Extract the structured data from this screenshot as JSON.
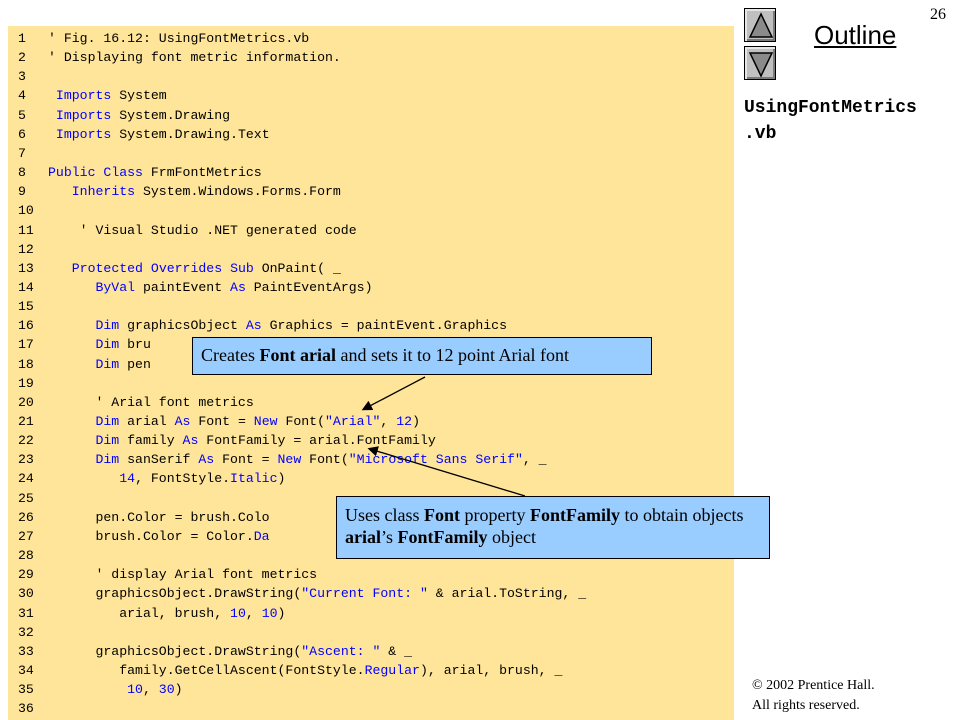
{
  "page_number": "26",
  "sidebar": {
    "outline_label": "Outline",
    "file_title_line1": "UsingFontMetrics",
    "file_title_line2": ".vb"
  },
  "copyright": {
    "line1": "© 2002 Prentice Hall.",
    "line2": "All rights reserved."
  },
  "colors": {
    "code_background": "#ffe599",
    "callout_background": "#99ccff",
    "keyword": "#0000ff"
  },
  "icons": {
    "up": "triangle-up-icon",
    "down": "triangle-down-icon"
  },
  "code_lines": [
    [
      {
        "t": "1",
        "k": "ln"
      },
      {
        "t": "' Fig. 16.12: UsingFontMetrics.vb"
      }
    ],
    [
      {
        "t": "2",
        "k": "ln"
      },
      {
        "t": "' Displaying font metric information."
      }
    ],
    [
      {
        "t": "3",
        "k": "ln"
      }
    ],
    [
      {
        "t": "4",
        "k": "ln"
      },
      {
        "t": " "
      },
      {
        "t": "Imports",
        "k": "kw"
      },
      {
        "t": " System"
      }
    ],
    [
      {
        "t": "5",
        "k": "ln"
      },
      {
        "t": " "
      },
      {
        "t": "Imports",
        "k": "kw"
      },
      {
        "t": " System.Drawing"
      }
    ],
    [
      {
        "t": "6",
        "k": "ln"
      },
      {
        "t": " "
      },
      {
        "t": "Imports",
        "k": "kw"
      },
      {
        "t": " System.Drawing.Text"
      }
    ],
    [
      {
        "t": "7",
        "k": "ln"
      }
    ],
    [
      {
        "t": "8",
        "k": "ln"
      },
      {
        "t": "Public",
        "k": "kw"
      },
      {
        "t": " "
      },
      {
        "t": "Class",
        "k": "kw"
      },
      {
        "t": " FrmFontMetrics"
      }
    ],
    [
      {
        "t": "9",
        "k": "ln"
      },
      {
        "t": "   "
      },
      {
        "t": "Inherits",
        "k": "kw"
      },
      {
        "t": " System.Windows.Forms.Form"
      }
    ],
    [
      {
        "t": "10",
        "k": "ln"
      }
    ],
    [
      {
        "t": "11",
        "k": "ln"
      },
      {
        "t": "    ' Visual Studio .NET generated code"
      }
    ],
    [
      {
        "t": "12",
        "k": "ln"
      }
    ],
    [
      {
        "t": "13",
        "k": "ln"
      },
      {
        "t": "   "
      },
      {
        "t": "Protected",
        "k": "kw"
      },
      {
        "t": " "
      },
      {
        "t": "Overrides",
        "k": "kw"
      },
      {
        "t": " "
      },
      {
        "t": "Sub",
        "k": "kw"
      },
      {
        "t": " OnPaint( _"
      }
    ],
    [
      {
        "t": "14",
        "k": "ln"
      },
      {
        "t": "      "
      },
      {
        "t": "ByVal",
        "k": "kw"
      },
      {
        "t": " paintEvent "
      },
      {
        "t": "As",
        "k": "kw"
      },
      {
        "t": " PaintEventArgs)"
      }
    ],
    [
      {
        "t": "15",
        "k": "ln"
      }
    ],
    [
      {
        "t": "16",
        "k": "ln"
      },
      {
        "t": "      "
      },
      {
        "t": "Dim",
        "k": "kw"
      },
      {
        "t": " graphicsObject "
      },
      {
        "t": "As",
        "k": "kw"
      },
      {
        "t": " Graphics = paintEvent.Graphics"
      }
    ],
    [
      {
        "t": "17",
        "k": "ln"
      },
      {
        "t": "      "
      },
      {
        "t": "Dim",
        "k": "kw"
      },
      {
        "t": " bru"
      }
    ],
    [
      {
        "t": "18",
        "k": "ln"
      },
      {
        "t": "      "
      },
      {
        "t": "Dim",
        "k": "kw"
      },
      {
        "t": " pen"
      }
    ],
    [
      {
        "t": "19",
        "k": "ln"
      }
    ],
    [
      {
        "t": "20",
        "k": "ln"
      },
      {
        "t": "      ' Arial font metrics"
      }
    ],
    [
      {
        "t": "21",
        "k": "ln"
      },
      {
        "t": "      "
      },
      {
        "t": "Dim",
        "k": "kw"
      },
      {
        "t": " arial "
      },
      {
        "t": "As",
        "k": "kw"
      },
      {
        "t": " Font = "
      },
      {
        "t": "New",
        "k": "kw"
      },
      {
        "t": " Font("
      },
      {
        "t": "\"Arial\"",
        "k": "str"
      },
      {
        "t": ", "
      },
      {
        "t": "12",
        "k": "str"
      },
      {
        "t": ")"
      }
    ],
    [
      {
        "t": "22",
        "k": "ln"
      },
      {
        "t": "      "
      },
      {
        "t": "Dim",
        "k": "kw"
      },
      {
        "t": " family "
      },
      {
        "t": "As",
        "k": "kw"
      },
      {
        "t": " FontFamily = arial.FontFamily"
      }
    ],
    [
      {
        "t": "23",
        "k": "ln"
      },
      {
        "t": "      "
      },
      {
        "t": "Dim",
        "k": "kw"
      },
      {
        "t": " sanSerif "
      },
      {
        "t": "As",
        "k": "kw"
      },
      {
        "t": " Font = "
      },
      {
        "t": "New",
        "k": "kw"
      },
      {
        "t": " Font("
      },
      {
        "t": "\"Microsoft Sans Serif\"",
        "k": "str"
      },
      {
        "t": ", _"
      }
    ],
    [
      {
        "t": "24",
        "k": "ln"
      },
      {
        "t": "         "
      },
      {
        "t": "14",
        "k": "str"
      },
      {
        "t": ", FontStyle."
      },
      {
        "t": "Italic",
        "k": "str"
      },
      {
        "t": ")"
      }
    ],
    [
      {
        "t": "25",
        "k": "ln"
      }
    ],
    [
      {
        "t": "26",
        "k": "ln"
      },
      {
        "t": "      pen.Color = brush.Colo"
      }
    ],
    [
      {
        "t": "27",
        "k": "ln"
      },
      {
        "t": "      brush.Color = Color."
      },
      {
        "t": "Da",
        "k": "str"
      }
    ],
    [
      {
        "t": "28",
        "k": "ln"
      }
    ],
    [
      {
        "t": "29",
        "k": "ln"
      },
      {
        "t": "      ' display Arial font metrics"
      }
    ],
    [
      {
        "t": "30",
        "k": "ln"
      },
      {
        "t": "      graphicsObject.DrawString("
      },
      {
        "t": "\"Current Font: \"",
        "k": "str"
      },
      {
        "t": " & arial.ToString, _"
      }
    ],
    [
      {
        "t": "31",
        "k": "ln"
      },
      {
        "t": "         arial, brush, "
      },
      {
        "t": "10",
        "k": "str"
      },
      {
        "t": ", "
      },
      {
        "t": "10",
        "k": "str"
      },
      {
        "t": ")"
      }
    ],
    [
      {
        "t": "32",
        "k": "ln"
      }
    ],
    [
      {
        "t": "33",
        "k": "ln"
      },
      {
        "t": "      graphicsObject.DrawString("
      },
      {
        "t": "\"Ascent: \"",
        "k": "str"
      },
      {
        "t": " & _"
      }
    ],
    [
      {
        "t": "34",
        "k": "ln"
      },
      {
        "t": "         family.GetCellAscent(FontStyle."
      },
      {
        "t": "Regular",
        "k": "str"
      },
      {
        "t": "), arial, brush, _"
      }
    ],
    [
      {
        "t": "35",
        "k": "ln"
      },
      {
        "t": "          "
      },
      {
        "t": "10",
        "k": "str"
      },
      {
        "t": ", "
      },
      {
        "t": "30",
        "k": "str"
      },
      {
        "t": ")"
      }
    ],
    [
      {
        "t": "36",
        "k": "ln"
      }
    ]
  ],
  "callouts": [
    {
      "segments": [
        {
          "t": "Creates "
        },
        {
          "t": "Font arial",
          "b": true
        },
        {
          "t": " and sets it to 12 point Arial font"
        }
      ]
    },
    {
      "segments": [
        {
          "t": "Uses class "
        },
        {
          "t": "Font",
          "b": true
        },
        {
          "t": " property "
        },
        {
          "t": "FontFamily",
          "b": true
        },
        {
          "t": " to obtain objects "
        },
        {
          "t": "arial",
          "b": true
        },
        {
          "t": "’s "
        },
        {
          "t": "FontFamily",
          "b": true
        },
        {
          "t": " object"
        }
      ]
    }
  ]
}
